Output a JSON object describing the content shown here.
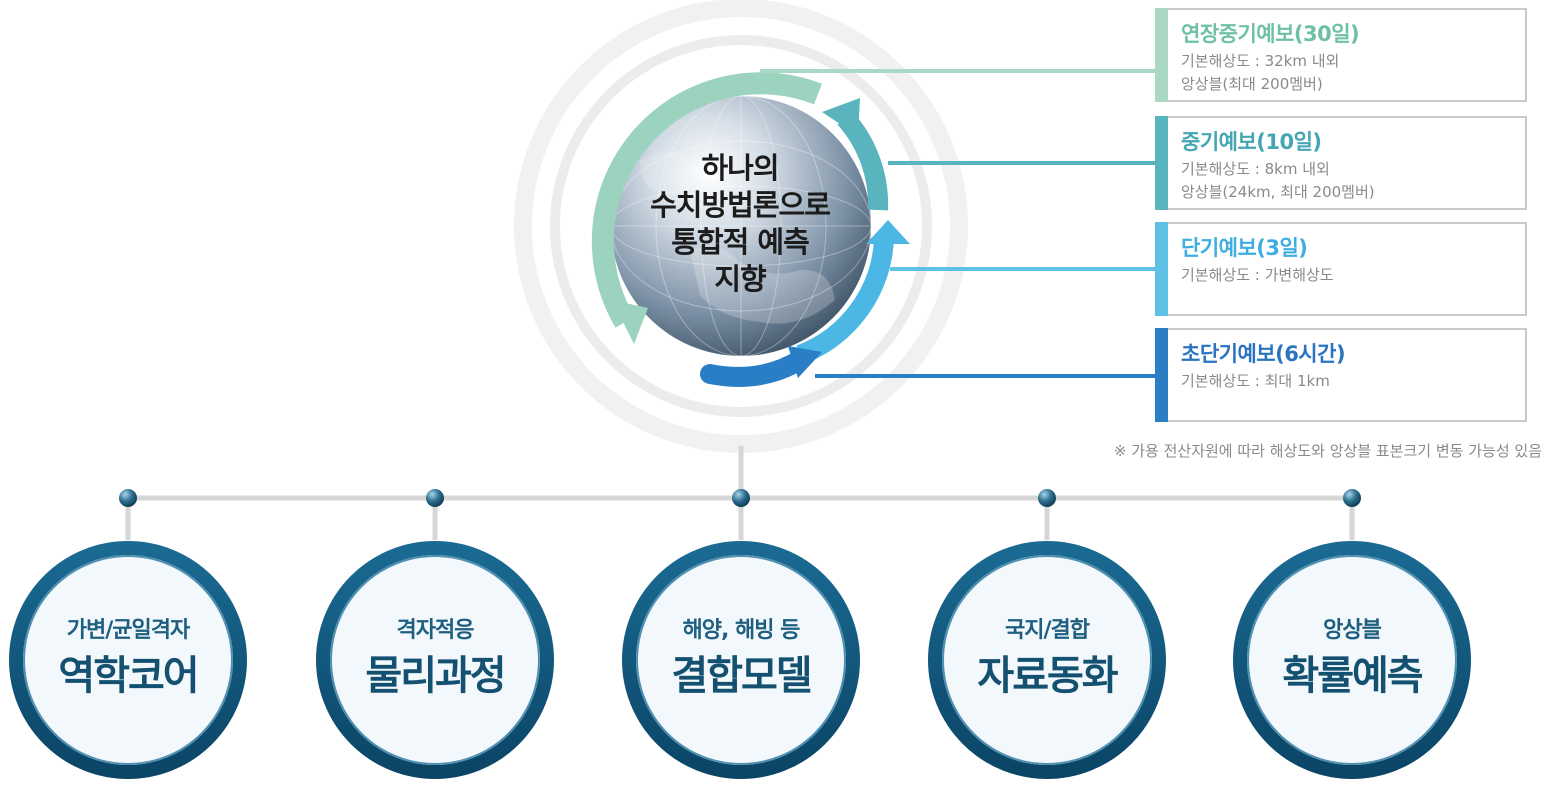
{
  "globe": {
    "lines": [
      "하나의",
      "수치방법론으로",
      "통합적 예측",
      "지향"
    ]
  },
  "forecasts": [
    {
      "title": "연장중기예보(30일)",
      "lines": [
        "기본해상도 : 32km 내외",
        "앙상블(최대 200멤버)"
      ],
      "color": "#a9d9c5"
    },
    {
      "title": "중기예보(10일)",
      "lines": [
        "기본해상도 : 8km 내외",
        "앙상블(24km, 최대 200멤버)"
      ],
      "color": "#5ab4be"
    },
    {
      "title": "단기예보(3일)",
      "lines": [
        "기본해상도 : 가변해상도"
      ],
      "color": "#5ec0e3"
    },
    {
      "title": "초단기예보(6시간)",
      "lines": [
        "기본해상도 : 최대 1km"
      ],
      "color": "#2a7ec6"
    }
  ],
  "footnote": "※ 가용 전산자원에 따라 해상도와 앙상블 표본크기 변동 가능성 있음",
  "components": [
    {
      "sub": "가변/균일격자",
      "main": "역학코어"
    },
    {
      "sub": "격자적응",
      "main": "물리과정"
    },
    {
      "sub": "해양, 해빙 등",
      "main": "결합모델"
    },
    {
      "sub": "국지/결합",
      "main": "자료동화"
    },
    {
      "sub": "앙상블",
      "main": "확률예측"
    }
  ],
  "colors": {
    "ring_dark": "#0e4f73",
    "ring_light": "#2a6f94",
    "circle_fill": "#eef6fb",
    "connector": "#d6d6d6",
    "node": "#2b6d8c"
  }
}
